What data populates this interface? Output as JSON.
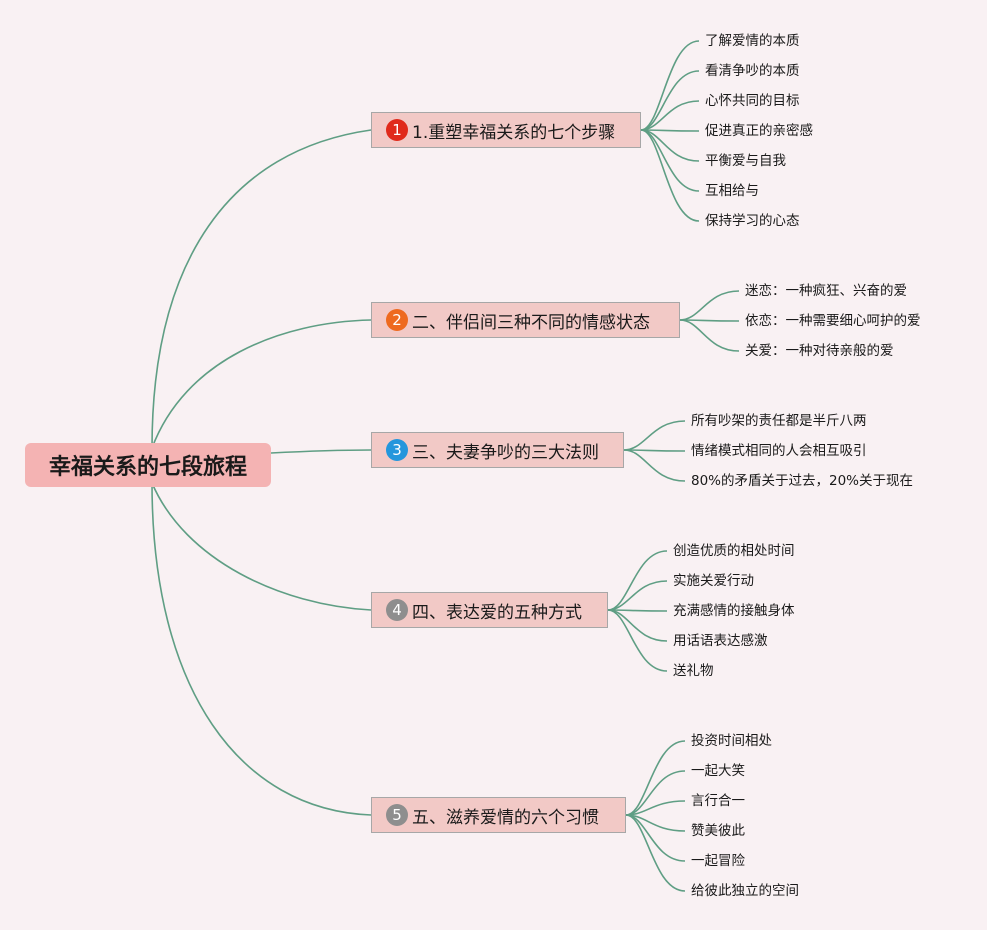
{
  "root": {
    "title": "幸福关系的七段旅程"
  },
  "branches": [
    {
      "number": "1",
      "badge_color": "#e02a1b",
      "title": "1.重塑幸福关系的七个步骤",
      "leaves": [
        "了解爱情的本质",
        "看清争吵的本质",
        "心怀共同的目标",
        "促进真正的亲密感",
        "平衡爱与自我",
        "互相给与",
        "保持学习的心态"
      ]
    },
    {
      "number": "2",
      "badge_color": "#ee6a1f",
      "title": "二、伴侣间三种不同的情感状态",
      "leaves": [
        "迷恋：一种疯狂、兴奋的爱",
        "依恋：一种需要细心呵护的爱",
        "关爱：一种对待亲般的爱"
      ]
    },
    {
      "number": "3",
      "badge_color": "#2496dc",
      "title": "三、夫妻争吵的三大法则",
      "leaves": [
        "所有吵架的责任都是半斤八两",
        "情绪模式相同的人会相互吸引",
        "80%的矛盾关于过去，20%关于现在"
      ]
    },
    {
      "number": "4",
      "badge_color": "#8e8e8e",
      "title": "四、表达爱的五种方式",
      "leaves": [
        "创造优质的相处时间",
        "实施关爱行动",
        "充满感情的接触身体",
        "用话语表达感激",
        "送礼物"
      ]
    },
    {
      "number": "5",
      "badge_color": "#8e8e8e",
      "title": "五、滋养爱情的六个习惯",
      "leaves": [
        "投资时间相处",
        "一起大笑",
        "言行合一",
        "赞美彼此",
        "一起冒险",
        "给彼此独立的空间"
      ]
    }
  ]
}
